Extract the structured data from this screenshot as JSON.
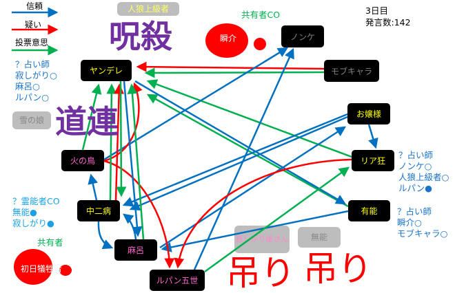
{
  "legend": [
    {
      "label": "信頼",
      "color": "#0070c0"
    },
    {
      "label": "疑い",
      "color": "#ff0000"
    },
    {
      "label": "投票意思",
      "color": "#00b050"
    }
  ],
  "status": {
    "day": "3日目",
    "posts": "発言数:142"
  },
  "nodes": {
    "yandere": "ヤンデレ",
    "shunsuke": "瞬介",
    "nonke": "ノンケ",
    "mob": "モブキャラ",
    "ojou": "お嬢様",
    "riakyo": "リア狂",
    "yuno": "有能",
    "hinotori": "火の鳥",
    "chuni": "中二病",
    "maro": "麻呂",
    "lupin": "ルパン五世",
    "victim": "初日犠牲者"
  },
  "ghosts": {
    "jinro": "人狼上級者",
    "yuki": "雪の娘",
    "sabishi": "寂しがり屋さん",
    "muno": "無能"
  },
  "marks": {
    "jusatsu": "呪殺",
    "michizure": "道連",
    "tsuri1": "吊り",
    "tsuri2": "吊り"
  },
  "tags": {
    "kyoyu_co": "共有者CO",
    "kyoyu": "共有者"
  },
  "notes": {
    "left_seer": "？占い師\n寂しがり○\n麻呂○\nルパン○",
    "medium": "？霊能者CO\n無能●\n寂しがり●",
    "riakyo_seer": "？占い師\nノンケ○\n人狼上級者○\nルパン●",
    "bottom_seer": "？占い師\n瞬介○\nモブキャラ○"
  },
  "colors": {
    "trust": "#0070c0",
    "doubt": "#ff0000",
    "vote": "#00b050",
    "mark": "#7030a0",
    "alive_name": "#ffff00",
    "dead_name": "#808080",
    "pink_name": "#ff66cc"
  }
}
